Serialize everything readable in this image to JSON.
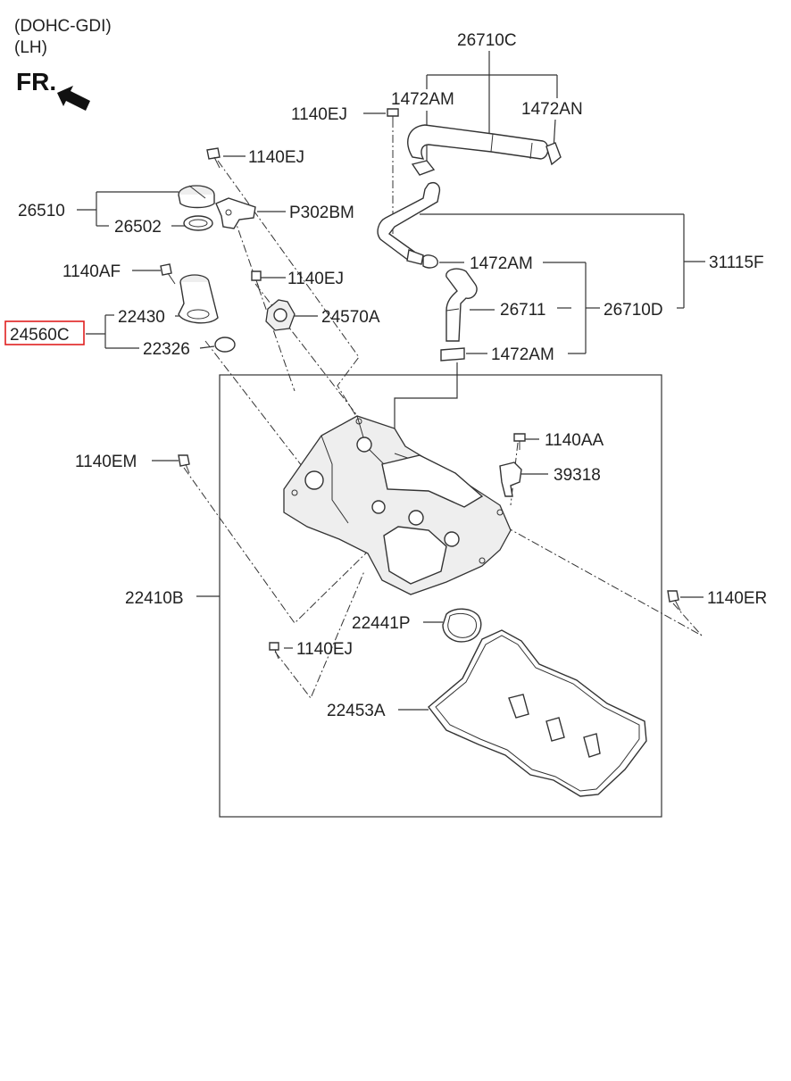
{
  "header": {
    "engine": "(DOHC-GDI)",
    "side": "(LH)",
    "direction": "FR."
  },
  "highlight_color": "#e02020",
  "labels": {
    "p26710C": "26710C",
    "p1472AM_top": "1472AM",
    "p1472AN": "1472AN",
    "p1140EJ_top": "1140EJ",
    "p1140EJ_a": "1140EJ",
    "p26510": "26510",
    "p26502": "26502",
    "pP302BM": "P302BM",
    "p31115F": "31115F",
    "p1140AF": "1140AF",
    "p1472AM_mid": "1472AM",
    "p1140EJ_b": "1140EJ",
    "p22430": "22430",
    "p24560C": "24560C",
    "p24570A": "24570A",
    "p26711": "26711",
    "p26710D": "26710D",
    "p22326": "22326",
    "p1472AM_low": "1472AM",
    "p1140AA": "1140AA",
    "p1140EM": "1140EM",
    "p39318": "39318",
    "p22410B": "22410B",
    "p1140ER": "1140ER",
    "p22441P": "22441P",
    "p1140EJ_c": "1140EJ",
    "p22453A": "22453A"
  }
}
